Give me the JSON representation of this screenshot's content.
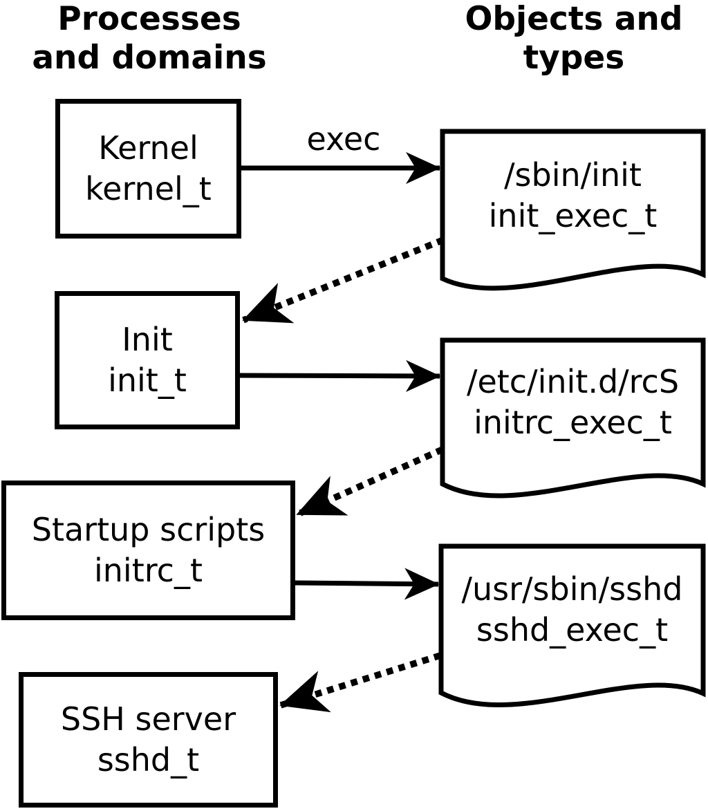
{
  "headers": {
    "left": {
      "line1": "Processes",
      "line2": "and domains"
    },
    "right": {
      "line1": "Objects and",
      "line2": "types"
    }
  },
  "processes": [
    {
      "name": "Kernel",
      "type": "kernel_t"
    },
    {
      "name": "Init",
      "type": "init_t"
    },
    {
      "name": "Startup scripts",
      "type": "initrc_t"
    },
    {
      "name": "SSH server",
      "type": "sshd_t"
    }
  ],
  "objects": [
    {
      "path": "/sbin/init",
      "type": "init_exec_t"
    },
    {
      "path": "/etc/init.d/rcS",
      "type": "initrc_exec_t"
    },
    {
      "path": "/usr/sbin/sshd",
      "type": "sshd_exec_t"
    }
  ],
  "edges": {
    "exec_label": "exec",
    "solid": [
      {
        "from": "kernel_t",
        "to": "init_exec_t",
        "label": "exec"
      },
      {
        "from": "init_t",
        "to": "initrc_exec_t",
        "label": ""
      },
      {
        "from": "initrc_t",
        "to": "sshd_exec_t",
        "label": ""
      }
    ],
    "dotted": [
      {
        "from": "init_exec_t",
        "to": "init_t"
      },
      {
        "from": "initrc_exec_t",
        "to": "initrc_t"
      },
      {
        "from": "sshd_exec_t",
        "to": "sshd_t"
      }
    ]
  },
  "colors": {
    "ink": "#000000",
    "background": "#ffffff"
  }
}
